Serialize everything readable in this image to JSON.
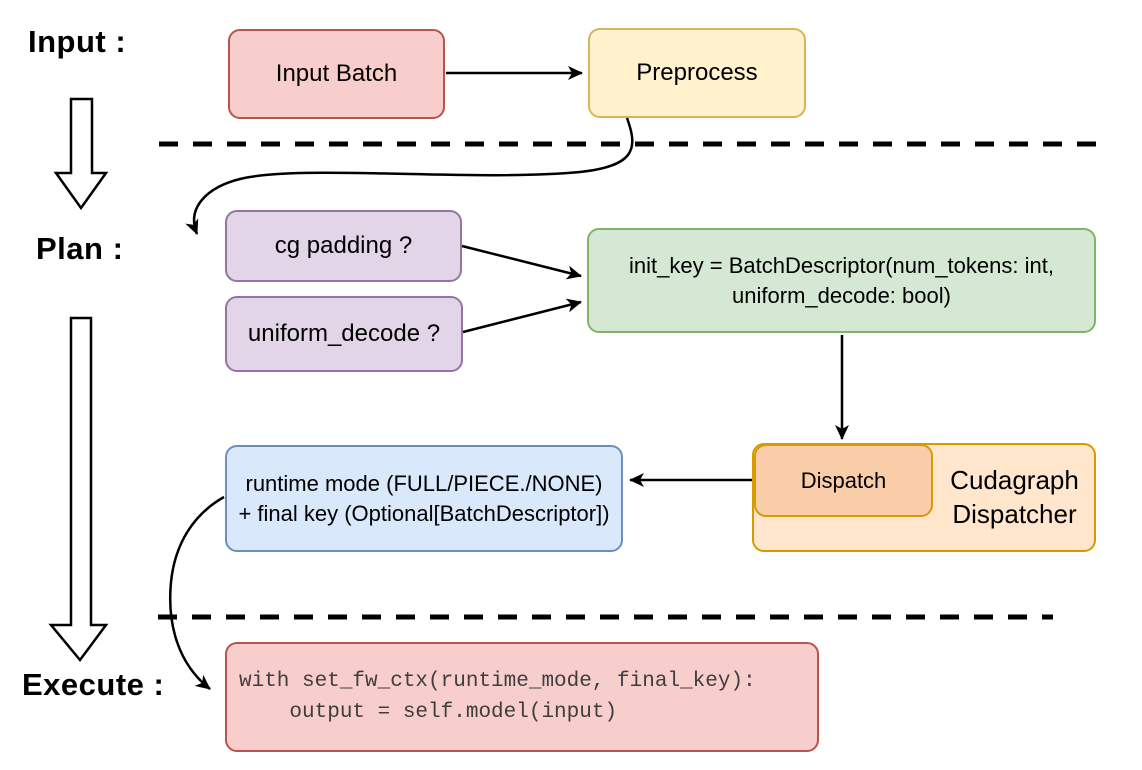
{
  "diagram": {
    "stage_labels": {
      "input": "Input :",
      "plan": "Plan :",
      "execute": "Execute :"
    },
    "nodes": {
      "input_batch": {
        "label": "Input Batch",
        "fill": "#f8cecc",
        "stroke": "#b85450"
      },
      "preprocess": {
        "label": "Preprocess",
        "fill": "#fff2cc",
        "stroke": "#d6b656"
      },
      "cg_padding": {
        "label": "cg padding ?",
        "fill": "#e1d5e7",
        "stroke": "#9673a6"
      },
      "uniform_decode": {
        "label": "uniform_decode ?",
        "fill": "#e1d5e7",
        "stroke": "#9673a6"
      },
      "init_key": {
        "line1": "init_key = BatchDescriptor(num_tokens: int,",
        "line2": "uniform_decode: bool)",
        "fill": "#d5e8d4",
        "stroke": "#82b366"
      },
      "runtime_mode": {
        "line1": "runtime mode (FULL/PIECE./NONE)",
        "line2": "+ final key (Optional[BatchDescriptor])",
        "fill": "#dae8fc",
        "stroke": "#6c8ebf"
      },
      "dispatch": {
        "label": "Dispatch",
        "fill": "#f9cda8",
        "stroke": "#d79b00"
      },
      "cudagraph_dispatcher": {
        "line1": "Cudagraph",
        "line2": "Dispatcher",
        "fill": "#ffe6cc",
        "stroke": "#d79b00"
      },
      "execute_code": {
        "line1": "with set_fw_ctx(runtime_mode, final_key):",
        "line2": "    output = self.model(input)",
        "fill": "#f8cecc",
        "stroke": "#b85450"
      }
    },
    "connector_color": "#000000",
    "separator_color": "#000000"
  }
}
